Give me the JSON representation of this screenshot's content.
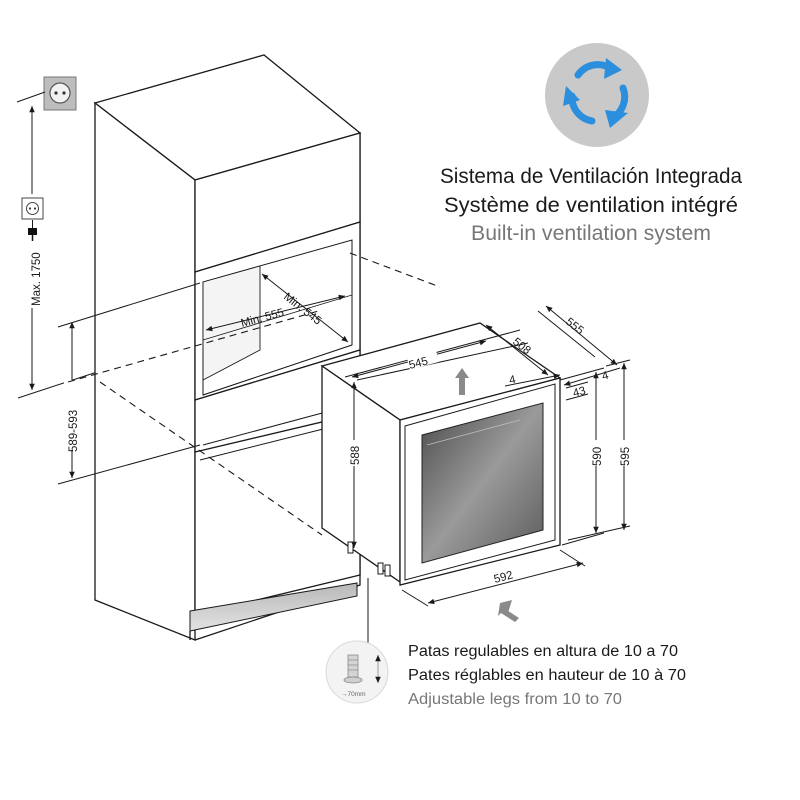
{
  "ventilation": {
    "line_es": "Sistema de Ventilación Integrada",
    "line_fr": "Système de ventilation intégré",
    "line_en": "Built-in ventilation system",
    "icon": "recycle-arrows-icon",
    "icon_color": "#2b8fde",
    "circle_color": "#c9c9c9"
  },
  "legs": {
    "line_es": "Patas regulables en altura de 10 a 70",
    "line_fr": "Pates réglables en hauteur de 10 à 70",
    "line_en": "Adjustable legs from 10 to 70",
    "icon_label": "→70mm"
  },
  "dimensions": {
    "max_height": "Max. 1750",
    "niche_height": "589-593",
    "niche_width": "Min. 555",
    "niche_depth": "Min. 545",
    "unit_width_top": "545",
    "unit_depth": "508",
    "total_depth": "555",
    "gap_a": "4",
    "gap_b": "4",
    "door_offset": "43",
    "side_height": "588",
    "door_height": "590",
    "total_height": "595",
    "door_width": "592"
  }
}
